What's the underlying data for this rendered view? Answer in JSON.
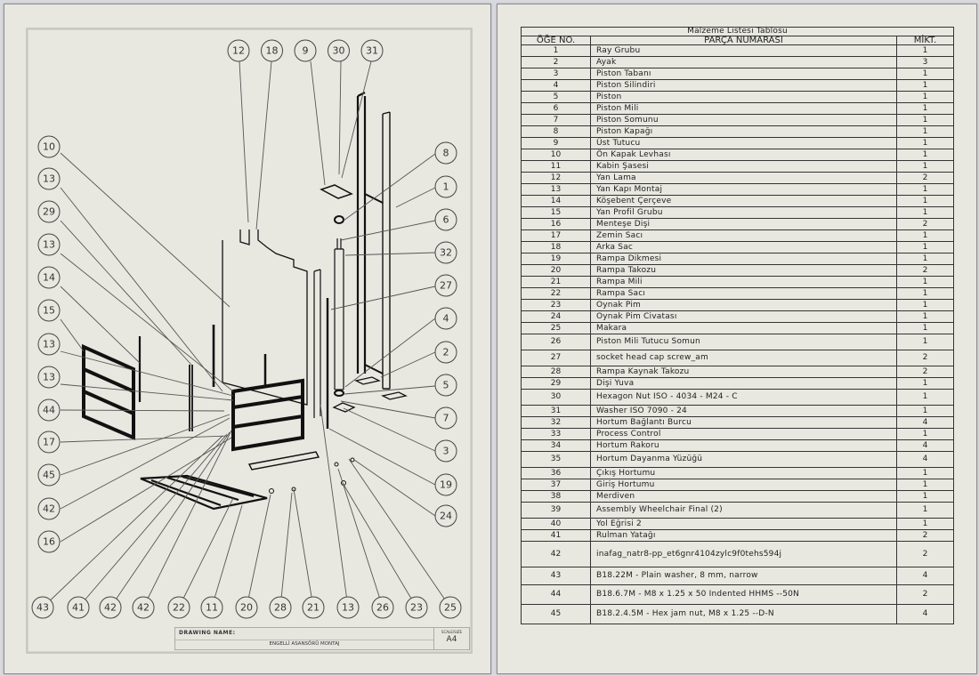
{
  "drawing": {
    "title_block": {
      "drawing_name_label": "DRAWING NAME:",
      "drawing_name_value": "ENGELLİ ASANSÖRÜ MONTAJ",
      "size_label": "SCALE/SIZE",
      "size_value": "A4"
    },
    "balloons_top": [
      "12",
      "18",
      "9",
      "30",
      "31"
    ],
    "balloons_left": [
      "10",
      "13",
      "29",
      "13",
      "14",
      "15",
      "13",
      "13",
      "44",
      "17",
      "45",
      "42",
      "16"
    ],
    "balloons_right": [
      "8",
      "1",
      "6",
      "32",
      "27",
      "4",
      "2",
      "5",
      "7",
      "3",
      "19",
      "24"
    ],
    "balloons_bottom": [
      "43",
      "41",
      "42",
      "42",
      "22",
      "11",
      "20",
      "28",
      "21",
      "13",
      "26",
      "23",
      "25"
    ]
  },
  "bom": {
    "title": "Malzeme Listesi Tablosu",
    "headers": {
      "item_no": "ÖĞE NO.",
      "part_number": "PARÇA NUMARASI",
      "qty": "MİKT."
    },
    "rows": [
      {
        "no": "1",
        "name": "Ray Grubu",
        "qty": "1"
      },
      {
        "no": "2",
        "name": "Ayak",
        "qty": "3"
      },
      {
        "no": "3",
        "name": "Piston Tabanı",
        "qty": "1"
      },
      {
        "no": "4",
        "name": "Piston Silindiri",
        "qty": "1"
      },
      {
        "no": "5",
        "name": "Piston",
        "qty": "1"
      },
      {
        "no": "6",
        "name": "Piston Mili",
        "qty": "1"
      },
      {
        "no": "7",
        "name": "Piston Somunu",
        "qty": "1"
      },
      {
        "no": "8",
        "name": "Piston Kapağı",
        "qty": "1"
      },
      {
        "no": "9",
        "name": "Üst Tutucu",
        "qty": "1"
      },
      {
        "no": "10",
        "name": "Ön Kapak Levhası",
        "qty": "1"
      },
      {
        "no": "11",
        "name": "Kabin Şasesi",
        "qty": "1"
      },
      {
        "no": "12",
        "name": "Yan Lama",
        "qty": "2"
      },
      {
        "no": "13",
        "name": "Yan Kapı Montaj",
        "qty": "1"
      },
      {
        "no": "14",
        "name": "Köşebent Çerçeve",
        "qty": "1"
      },
      {
        "no": "15",
        "name": "Yan Profil Grubu",
        "qty": "1"
      },
      {
        "no": "16",
        "name": "Menteşe Dişi",
        "qty": "2"
      },
      {
        "no": "17",
        "name": "Zemin Sacı",
        "qty": "1"
      },
      {
        "no": "18",
        "name": "Arka Sac",
        "qty": "1"
      },
      {
        "no": "19",
        "name": "Rampa Dikmesi",
        "qty": "1"
      },
      {
        "no": "20",
        "name": "Rampa Takozu",
        "qty": "2"
      },
      {
        "no": "21",
        "name": "Rampa Mili",
        "qty": "1"
      },
      {
        "no": "22",
        "name": "Rampa Sacı",
        "qty": "1"
      },
      {
        "no": "23",
        "name": "Oynak Pim",
        "qty": "1"
      },
      {
        "no": "24",
        "name": "Oynak Pim Civatası",
        "qty": "1"
      },
      {
        "no": "25",
        "name": "Makara",
        "qty": "1"
      },
      {
        "no": "26",
        "name": "Piston Mili Tutucu Somun",
        "qty": "1"
      },
      {
        "no": "27",
        "name": "socket head cap screw_am",
        "qty": "2"
      },
      {
        "no": "28",
        "name": "Rampa Kaynak Takozu",
        "qty": "2"
      },
      {
        "no": "29",
        "name": "Dişi Yuva",
        "qty": "1"
      },
      {
        "no": "30",
        "name": "Hexagon Nut ISO - 4034 - M24 - C",
        "qty": "1"
      },
      {
        "no": "31",
        "name": "Washer ISO 7090 - 24",
        "qty": "1"
      },
      {
        "no": "32",
        "name": "Hortum Bağlantı Burcu",
        "qty": "4"
      },
      {
        "no": "33",
        "name": "Process Control",
        "qty": "1"
      },
      {
        "no": "34",
        "name": "Hortum Rakoru",
        "qty": "4"
      },
      {
        "no": "35",
        "name": "Hortum Dayanma Yüzüğü",
        "qty": "4"
      },
      {
        "no": "36",
        "name": "Çıkış Hortumu",
        "qty": "1"
      },
      {
        "no": "37",
        "name": "Giriş Hortumu",
        "qty": "1"
      },
      {
        "no": "38",
        "name": "Merdiven",
        "qty": "1"
      },
      {
        "no": "39",
        "name": "Assembly Wheelchair Final (2)",
        "qty": "1"
      },
      {
        "no": "40",
        "name": "Yol Eğrisi 2",
        "qty": "1"
      },
      {
        "no": "41",
        "name": "Rulman Yatağı",
        "qty": "2"
      },
      {
        "no": "42",
        "name": "inafag_natr8-pp_et6gnr4104zylc9f0tehs594j",
        "qty": "2"
      },
      {
        "no": "43",
        "name": "B18.22M - Plain washer, 8 mm, narrow",
        "qty": "4"
      },
      {
        "no": "44",
        "name": "B18.6.7M - M8 x 1.25 x 50 Indented HHMS --50N",
        "qty": "2"
      },
      {
        "no": "45",
        "name": "B18.2.4.5M - Hex jam nut,  M8 x 1.25 --D-N",
        "qty": "4"
      }
    ]
  }
}
